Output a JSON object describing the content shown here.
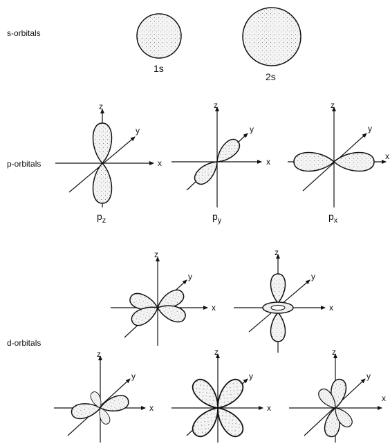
{
  "rows": {
    "s": "s-orbitals",
    "p": "p-orbitals",
    "d": "d-orbitals"
  },
  "s_orbitals": [
    "1s",
    "2s"
  ],
  "p_orbitals": [
    {
      "base": "p",
      "sub": "z"
    },
    {
      "base": "p",
      "sub": "y"
    },
    {
      "base": "p",
      "sub": "x"
    }
  ],
  "axes": {
    "x": "x",
    "y": "y",
    "z": "z"
  },
  "colors": {
    "ink": "#111111",
    "fill": "#e6e6e6"
  }
}
